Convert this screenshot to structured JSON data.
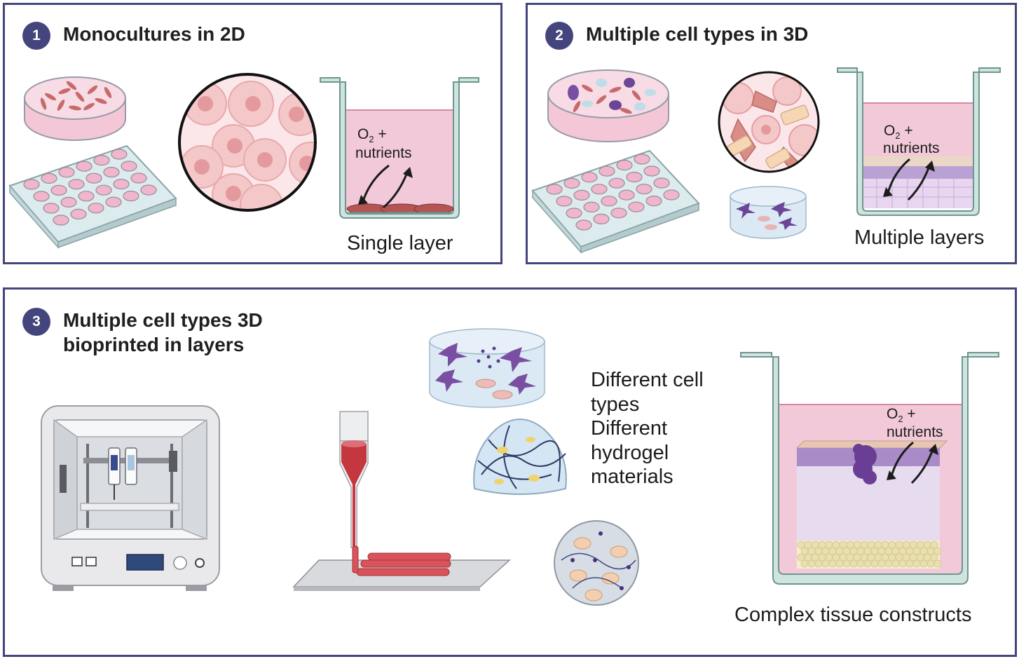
{
  "panels": [
    {
      "number": "1",
      "title": "Monocultures in 2D",
      "o2": "O",
      "o2_sub": "2",
      "o2_plus": " +",
      "nutrients": "nutrients",
      "caption": "Single layer"
    },
    {
      "number": "2",
      "title": "Multiple cell types in 3D",
      "o2": "O",
      "o2_sub": "2",
      "o2_plus": " +",
      "nutrients": "nutrients",
      "caption": "Multiple layers"
    },
    {
      "number": "3",
      "title_line1": "Multiple cell types 3D",
      "title_line2": "bioprinted in layers",
      "o2": "O",
      "o2_sub": "2",
      "o2_plus": " +",
      "nutrients": "nutrients",
      "description": [
        "Different cell",
        "types",
        "Different",
        "hydrogel",
        "materials"
      ],
      "caption": "Complex tissue constructs"
    }
  ],
  "colors": {
    "border": "#43457c",
    "medium": "#f2c9d8",
    "cell": "#c96a6a",
    "purple": "#7a4fa3",
    "ink": "#d35566"
  },
  "icons": [
    "petri-dish-icon",
    "well-plate-icon",
    "cell-magnifier-icon",
    "transwell-insert-icon",
    "curved-arrow-icon",
    "hydrogel-disc-icon",
    "hydrogel-dome-icon",
    "spheroid-icon",
    "bioprinter-icon",
    "print-nozzle-icon",
    "tissue-construct-icon"
  ]
}
